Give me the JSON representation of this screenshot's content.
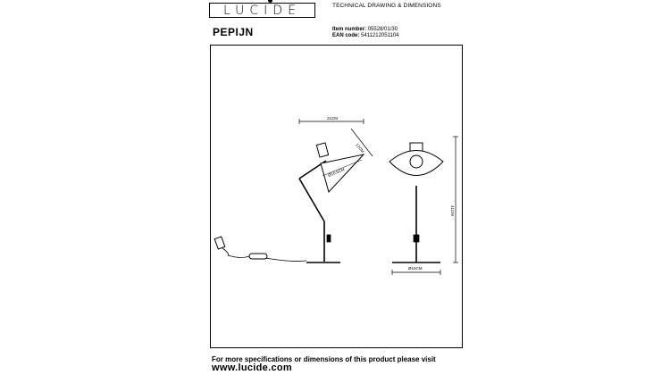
{
  "brand": {
    "logo_text": "LUCIDE"
  },
  "header": {
    "doc_type": "TECHNICAL DRAWING & DIMENSIONS",
    "product_name": "PEPIJN",
    "item_number_label": "Item number:",
    "item_number_value": "05528/01/30",
    "ean_label": "EAN code:",
    "ean_value": "5411212051104"
  },
  "drawing": {
    "dim_width": "21CM",
    "dim_shade_height": "12CM",
    "dim_shade_diameter": "Ø16,5CM",
    "dim_total_height": "41CM",
    "dim_base_diameter": "Ø16CM"
  },
  "footer": {
    "note": "For more specifications or dimensions of this product please visit",
    "url": "www.lucide.com"
  }
}
